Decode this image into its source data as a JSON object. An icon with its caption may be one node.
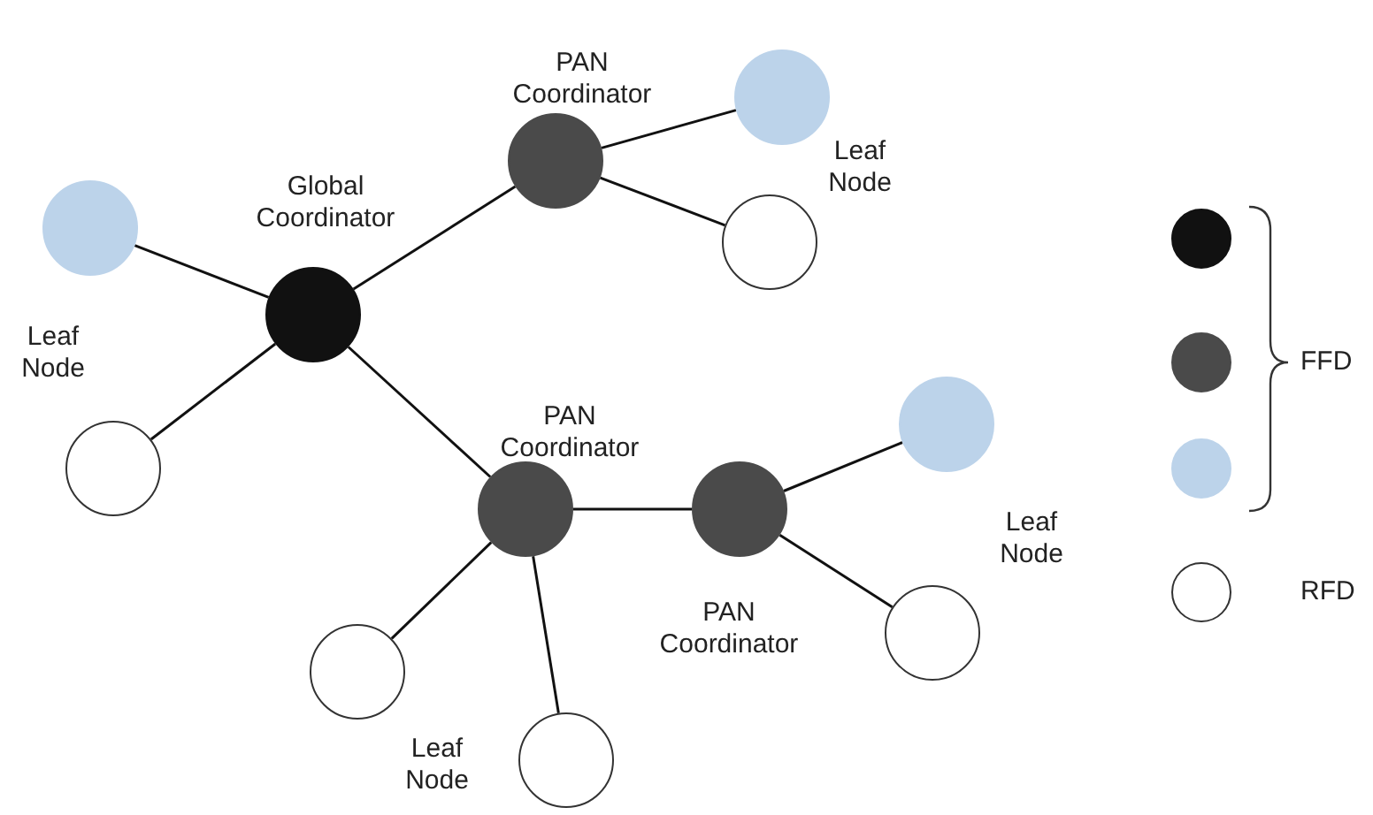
{
  "diagram": {
    "nodes": [
      {
        "text": [
          "PAN Coordinator"
        ]
      },
      {
        "text": [],
        "shape": "circle"
      },
      {
        "text": [],
        "shape": "circle"
      },
      {
        "text": [
          "Global Coordinator"
        ]
      },
      {
        "text": [],
        "shape": "circle"
      },
      {
        "text": [],
        "shape": "circle"
      },
      {
        "text": [
          "PAN Coordinator"
        ]
      },
      {
        "text": [],
        "shape": "circle"
      },
      {
        "text": [
          "PAN Coordinator"
        ]
      },
      {
        "text": [],
        "shape": "circle"
      },
      {
        "text": [],
        "shape": "circle"
      },
      {
        "text": [],
        "shape": "circle"
      }
    ],
    "edges": [
      {
        "from": 3,
        "to": 0,
        "arrow": "none"
      },
      {
        "from": 0,
        "to": 1,
        "arrow": "none"
      },
      {
        "from": 0,
        "to": 4,
        "arrow": "none"
      },
      {
        "from": 3,
        "to": 2,
        "arrow": "none"
      },
      {
        "from": 3,
        "to": 5,
        "arrow": "none"
      },
      {
        "from": 3,
        "to": 6,
        "arrow": "none"
      },
      {
        "from": 6,
        "to": 8,
        "arrow": "none"
      },
      {
        "from": 8,
        "to": 7,
        "arrow": "none"
      },
      {
        "from": 8,
        "to": 9,
        "arrow": "none"
      },
      {
        "from": 6,
        "to": 10,
        "arrow": "none"
      },
      {
        "from": 6,
        "to": 11,
        "arrow": "none"
      }
    ],
    "labels": [
      "Leaf Node",
      "Leaf Node",
      "Leaf Node",
      "Leaf Node"
    ],
    "legend": [
      {
        "text": "FFD",
        "color": "#111111"
      },
      {
        "text": "RFD",
        "color": "#ffffff"
      }
    ]
  }
}
